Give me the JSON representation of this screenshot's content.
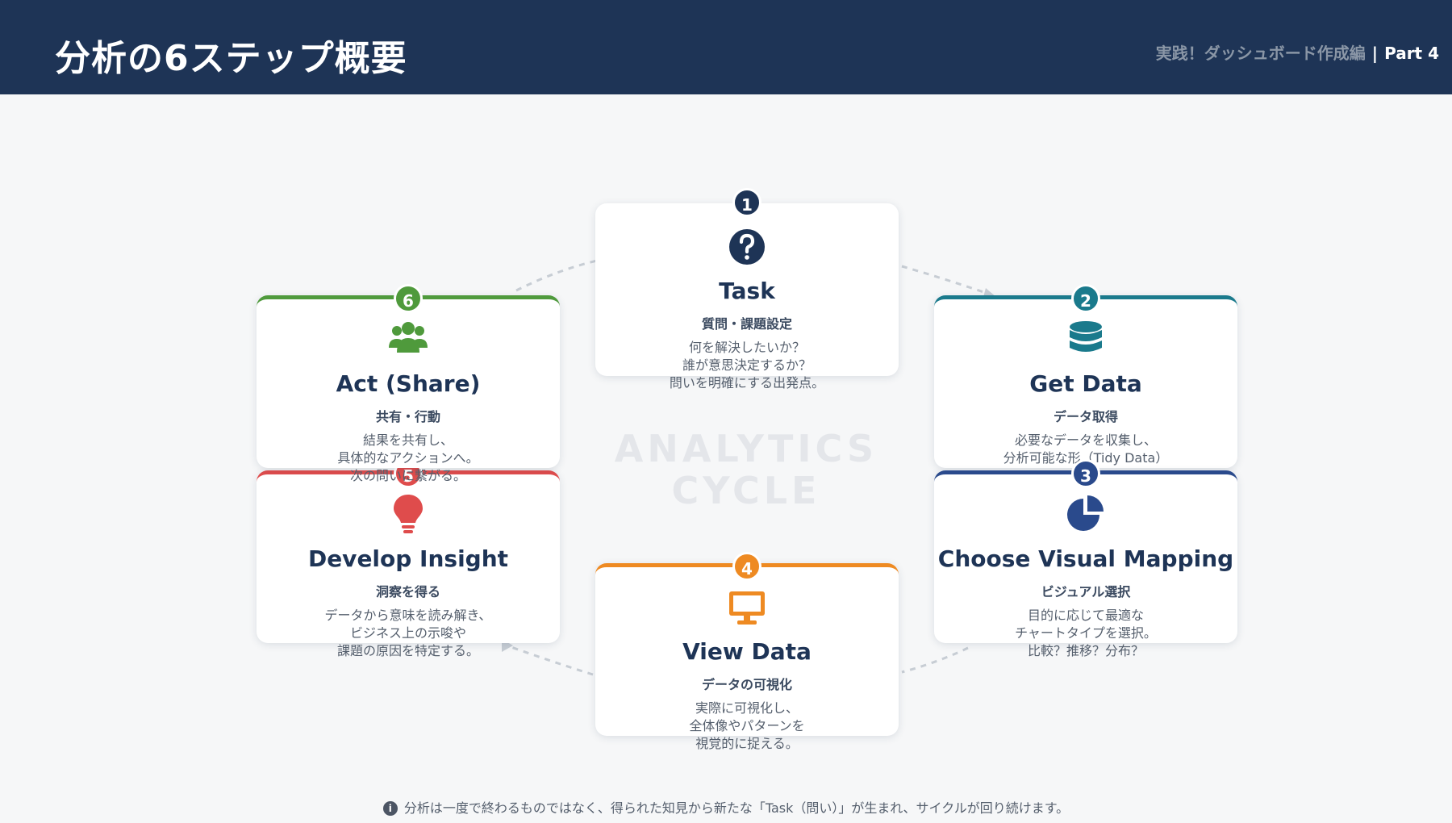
{
  "header": {
    "title": "分析の6ステップ概要",
    "series_label": "実践！ダッシュボード作成編",
    "separator": "|",
    "part_label": "Part 4"
  },
  "center_label": {
    "line1": "ANALYTICS",
    "line2": "CYCLE"
  },
  "steps": [
    {
      "number": "1",
      "title": "Task",
      "subtitle": "質問・課題設定",
      "description": "何を解決したいか？\n誰が意思決定するか？\n問いを明確にする出発点。",
      "icon": "question-circle-icon",
      "color": "#1e3456"
    },
    {
      "number": "2",
      "title": "Get Data",
      "subtitle": "データ取得",
      "description": "必要なデータを収集し、\n分析可能な形（Tidy Data）",
      "icon": "database-icon",
      "color": "#1a7a8c"
    },
    {
      "number": "3",
      "title": "Choose Visual Mapping",
      "subtitle": "ビジュアル選択",
      "description": "目的に応じて最適な\nチャートタイプを選択。\n比較？推移？分布？",
      "icon": "pie-chart-icon",
      "color": "#2a4a8c"
    },
    {
      "number": "4",
      "title": "View Data",
      "subtitle": "データの可視化",
      "description": "実際に可視化し、\n全体像やパターンを\n視覚的に捉える。",
      "icon": "monitor-icon",
      "color": "#ee8a22"
    },
    {
      "number": "5",
      "title": "Develop Insight",
      "subtitle": "洞察を得る",
      "description": "データから意味を読み解き、\nビジネス上の示唆や\n課題の原因を特定する。",
      "icon": "lightbulb-icon",
      "color": "#df4c4c"
    },
    {
      "number": "6",
      "title": "Act (Share)",
      "subtitle": "共有・行動",
      "description": "結果を共有し、\n具体的なアクションへ。\n次の問いに繋がる。",
      "icon": "users-icon",
      "color": "#4f9a3c"
    }
  ],
  "footer": {
    "info_icon": "i",
    "text": "分析は一度で終わるものではなく、得られた知見から新たな「Task（問い）」が生まれ、サイクルが回り続けます。"
  }
}
